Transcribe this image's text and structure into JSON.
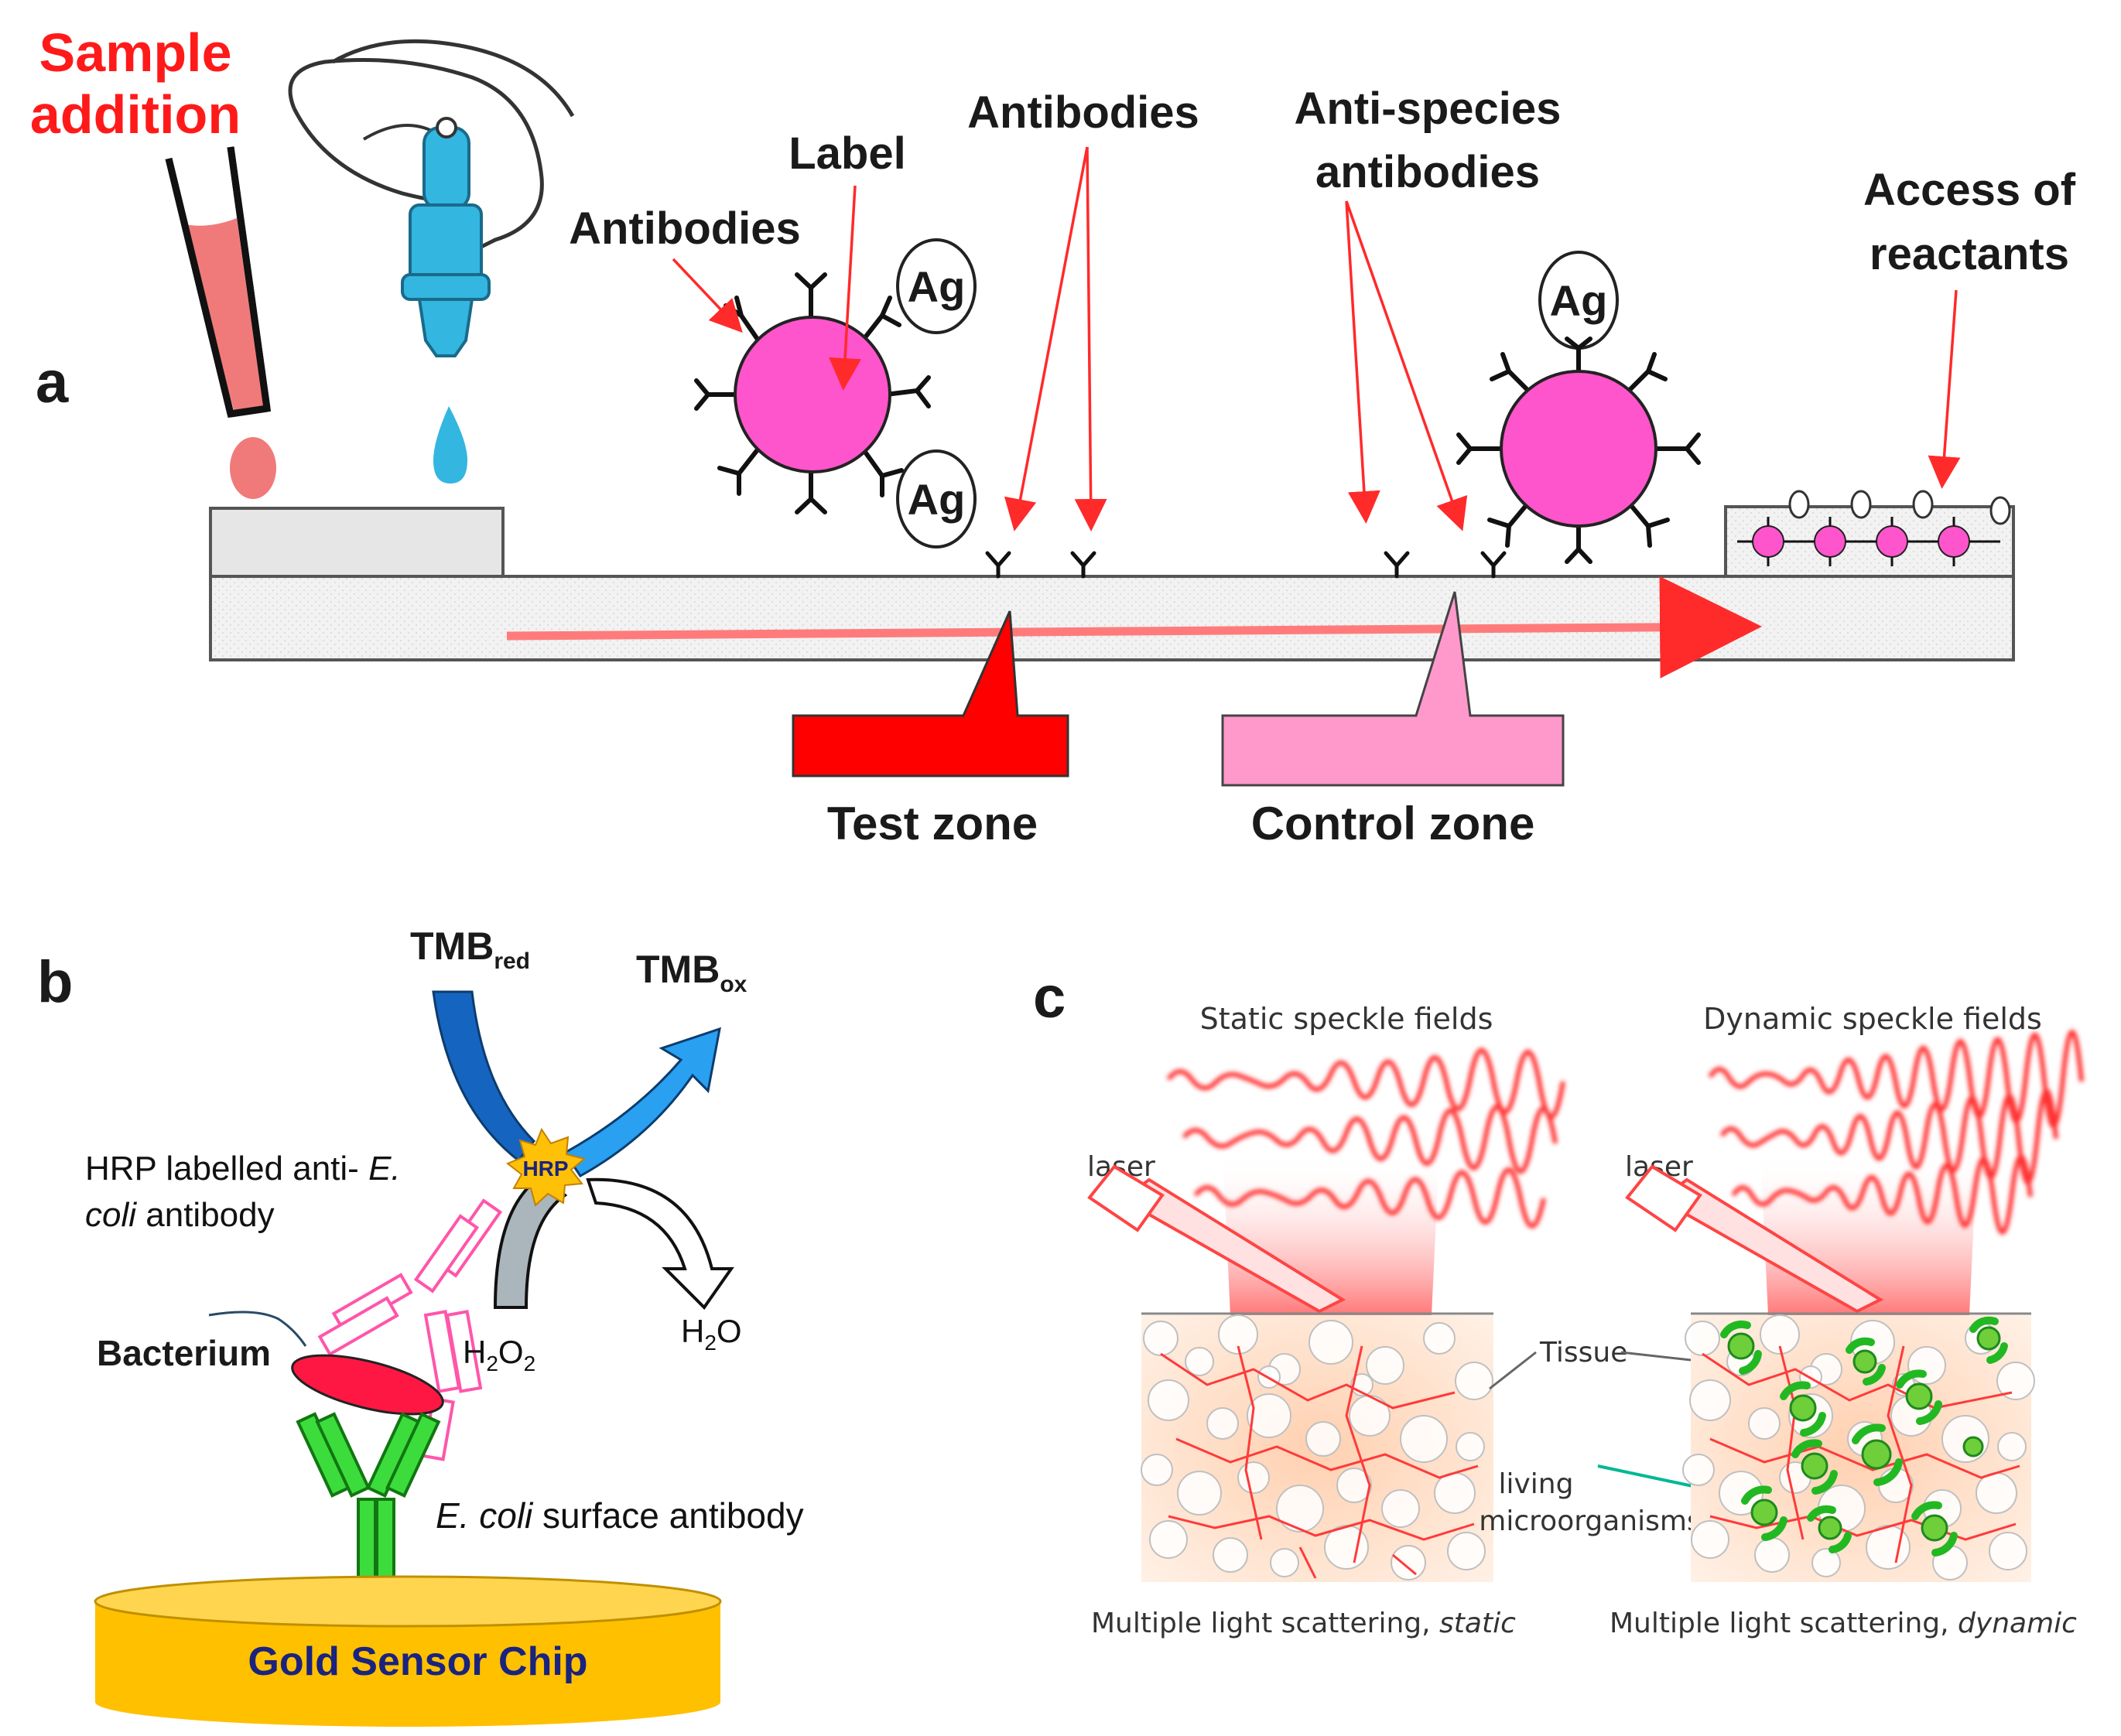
{
  "panel_a": {
    "letter": "a",
    "sample_addition_1": "Sample",
    "sample_addition_2": "addition",
    "label": "Label",
    "antibodies_left": "Antibodies",
    "antibodies_top": "Antibodies",
    "anti_species_1": "Anti-species",
    "anti_species_2": "antibodies",
    "access_1": "Access of",
    "access_2": "reactants",
    "ag": "Ag",
    "test_zone": "Test zone",
    "control_zone": "Control zone"
  },
  "panel_b": {
    "letter": "b",
    "tmb_red_main": "TMB",
    "tmb_red_sub": "red",
    "tmb_ox_main": "TMB",
    "tmb_ox_sub": "ox",
    "hrp": "HRP",
    "hrp_label_1a": "HRP labelled anti- ",
    "hrp_label_1b": "E.",
    "hrp_label_2a": "coli",
    "hrp_label_2b": " antibody",
    "h2o2_a": "H",
    "h2o2_b": "2",
    "h2o2_c": "O",
    "h2o2_d": "2",
    "h2o_a": "H",
    "h2o_b": "2",
    "h2o_c": "O",
    "bacterium": "Bacterium",
    "surface_ab_a": "E. coli",
    "surface_ab_b": " surface antibody",
    "gold_chip": "Gold Sensor Chip"
  },
  "panel_c": {
    "letter": "c",
    "static_title": "Static speckle fields",
    "dynamic_title": "Dynamic speckle fields",
    "laser_left": "laser",
    "laser_right": "laser",
    "tissue": "Tissue",
    "living_1": "living",
    "living_2": "microorganisms",
    "static_caption_a": "Multiple light scattering, ",
    "static_caption_b": "static",
    "dynamic_caption_a": "Multiple light scattering, ",
    "dynamic_caption_b": "dynamic"
  },
  "colors": {
    "red": "#ff1a1a",
    "pink": "#ff55cc",
    "light_pink": "#ff99cc",
    "blue": "#1e88e5",
    "gold": "#ffc107",
    "green": "#22cc22",
    "navy": "#1a237e"
  }
}
